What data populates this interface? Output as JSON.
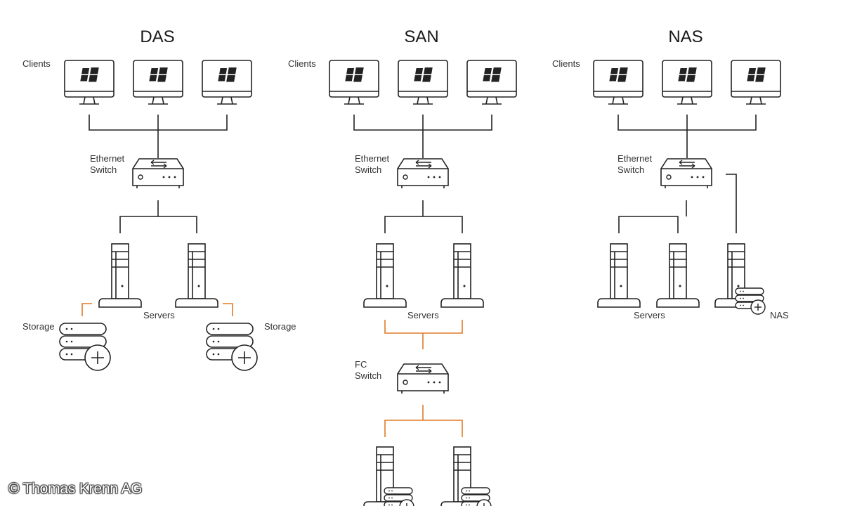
{
  "sections": [
    {
      "title": "DAS",
      "clients_label": "Clients",
      "switch_label_line1": "Ethernet",
      "switch_label_line2": "Switch",
      "servers_label": "Servers",
      "storage_left_label": "Storage",
      "storage_right_label": "Storage"
    },
    {
      "title": "SAN",
      "clients_label": "Clients",
      "switch_label_line1": "Ethernet",
      "switch_label_line2": "Switch",
      "servers_label": "Servers",
      "fc_switch_label_line1": "FC",
      "fc_switch_label_line2": "Switch"
    },
    {
      "title": "NAS",
      "clients_label": "Clients",
      "switch_label_line1": "Ethernet",
      "switch_label_line2": "Switch",
      "servers_label": "Servers",
      "nas_label": "NAS"
    }
  ],
  "colors": {
    "line": "#222222",
    "storage_link": "#e07b29",
    "background": "#ffffff"
  },
  "icons": {
    "client": "windows-monitor-icon",
    "switch": "network-switch-icon",
    "server": "tower-server-icon",
    "storage": "disk-storage-add-icon"
  },
  "watermark": "© Thomas Krenn AG"
}
